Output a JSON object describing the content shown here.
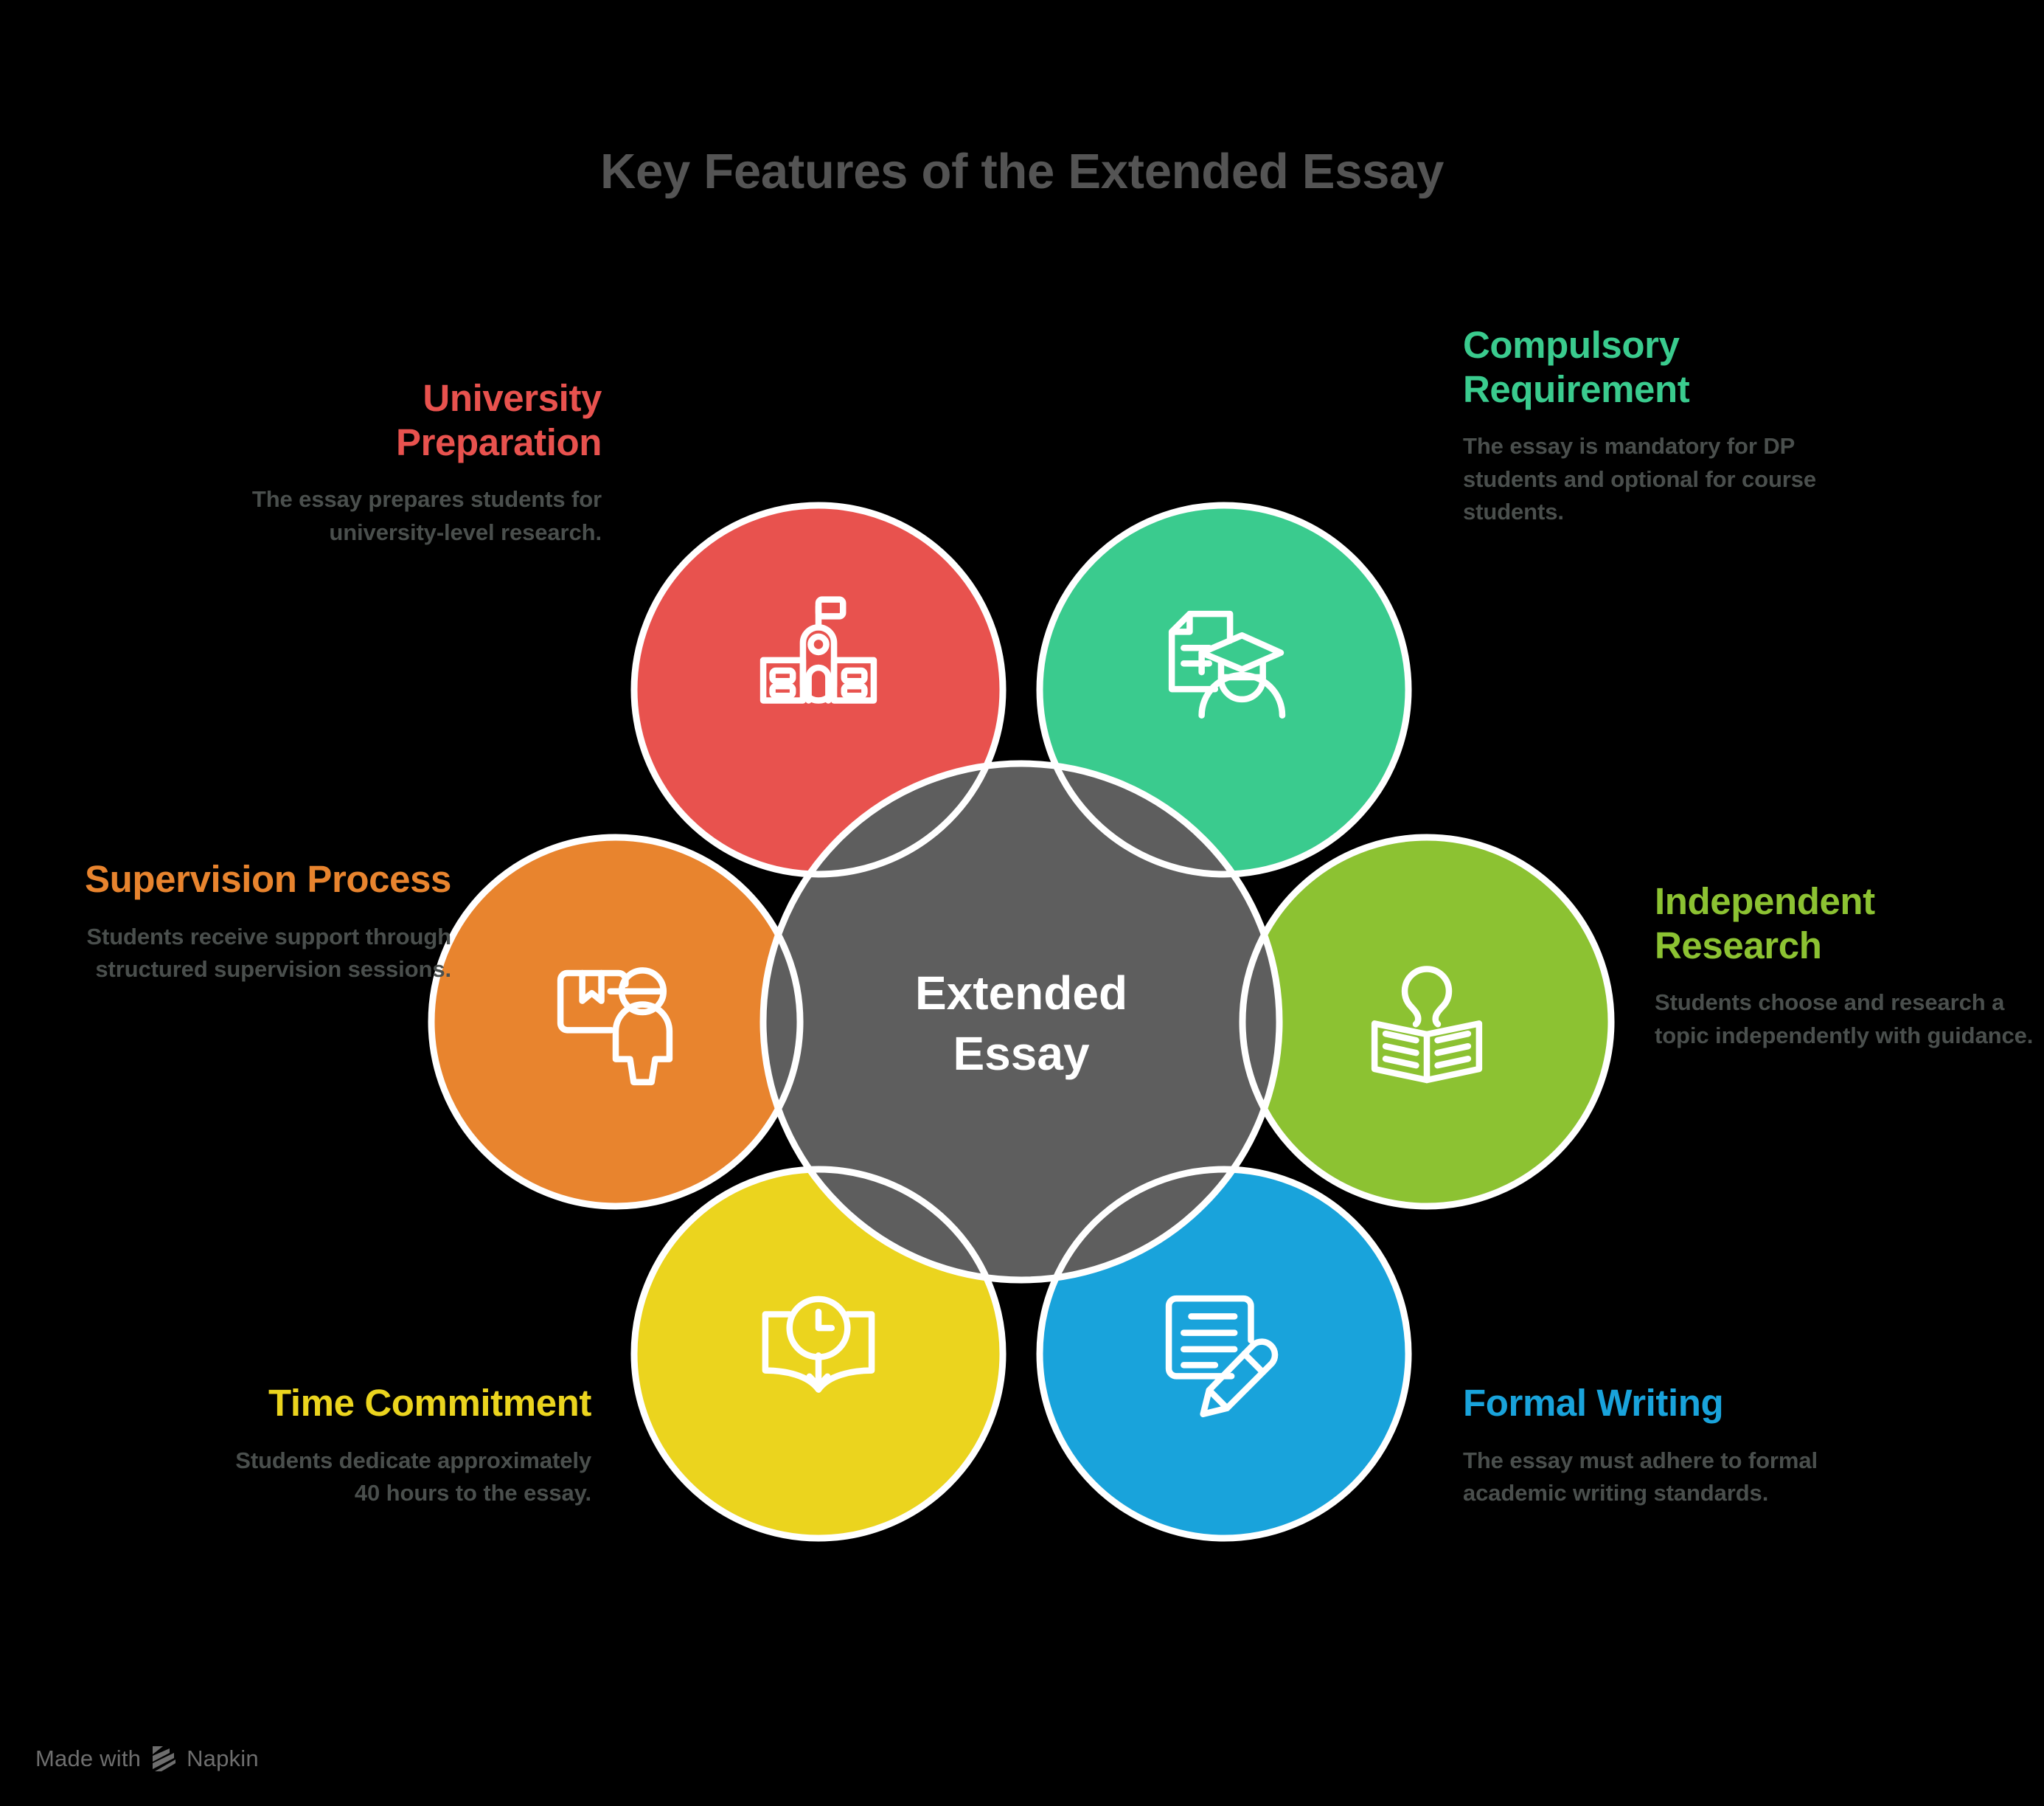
{
  "title": "Key Features of the Extended Essay",
  "center": {
    "label_line1": "Extended",
    "label_line2": "Essay",
    "color": "#5E5E5E",
    "text_color": "#FFFFFF"
  },
  "footer": {
    "made_with": "Made with",
    "brand": "Napkin"
  },
  "colors": {
    "background": "#000000",
    "title": "#545454",
    "description": "#4A4F4D",
    "outline": "#FFFFFF",
    "center": "#5E5E5E",
    "red": "#E8524E",
    "green": "#3ACB8E",
    "lime": "#8CC232",
    "blue": "#19A3DB",
    "yellow": "#EBD41E",
    "orange": "#E8842E"
  },
  "chart_data": {
    "type": "diagram",
    "layout": "radial-petal-venn",
    "title": "Key Features of the Extended Essay",
    "hub": "Extended Essay",
    "petal_count": 6,
    "nodes": [
      {
        "id": "university-preparation",
        "title": "University Preparation",
        "description": "The essay prepares students for university-level research.",
        "color": "#E8524E",
        "icon": "school-building-icon",
        "position": "top-left",
        "label_align": "right"
      },
      {
        "id": "compulsory-requirement",
        "title": "Compulsory Requirement",
        "description": "The essay is mandatory for DP students and optional for course students.",
        "color": "#3ACB8E",
        "icon": "document-graduate-icon",
        "position": "top-right",
        "label_align": "left"
      },
      {
        "id": "independent-research",
        "title": "Independent Research",
        "description": "Students choose and research a topic independently with guidance.",
        "color": "#8CC232",
        "icon": "book-lightbulb-icon",
        "position": "right",
        "label_align": "left"
      },
      {
        "id": "formal-writing",
        "title": "Formal Writing",
        "description": "The essay must adhere to formal academic writing standards.",
        "color": "#19A3DB",
        "icon": "document-pencil-icon",
        "position": "bottom-right",
        "label_align": "left"
      },
      {
        "id": "time-commitment",
        "title": "Time Commitment",
        "description": "Students dedicate approximately 40 hours to the essay.",
        "color": "#EBD41E",
        "icon": "book-clock-icon",
        "position": "bottom-left",
        "label_align": "right"
      },
      {
        "id": "supervision-process",
        "title": "Supervision Process",
        "description": "Students receive support through structured supervision sessions.",
        "color": "#E8842E",
        "icon": "supervisor-person-icon",
        "position": "left",
        "label_align": "right"
      }
    ]
  },
  "nodes": {
    "university": {
      "title": "University Preparation",
      "description": "The essay prepares students for university-level research."
    },
    "compulsory": {
      "title": "Compulsory Requirement",
      "description": "The essay is mandatory for DP students and optional for course students."
    },
    "independent": {
      "title": "Independent Research",
      "description": "Students choose and research a topic independently with guidance."
    },
    "formal": {
      "title": "Formal Writing",
      "description": "The essay must adhere to formal academic writing standards."
    },
    "time": {
      "title": "Time Commitment",
      "description": "Students dedicate approximately 40 hours to the essay."
    },
    "supervision": {
      "title": "Supervision Process",
      "description": "Students receive support through structured supervision sessions."
    }
  }
}
